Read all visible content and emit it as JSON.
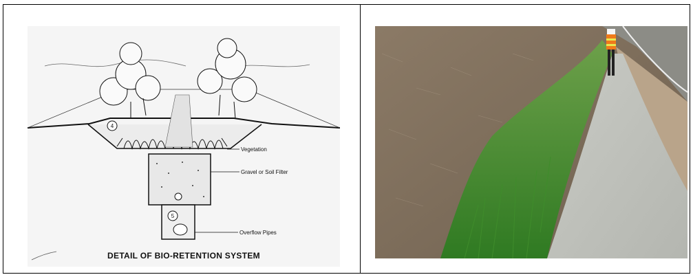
{
  "diagram": {
    "caption": "DETAIL OF BIO-RETENTION SYSTEM",
    "labels": {
      "vegetation": "Vegetation",
      "filter": "Gravel or Soil Filter",
      "pipes": "Overflow Pipes"
    },
    "markers": {
      "a": "4",
      "b": "5"
    }
  },
  "photo": {
    "subject": "vegetated swale beside road"
  }
}
